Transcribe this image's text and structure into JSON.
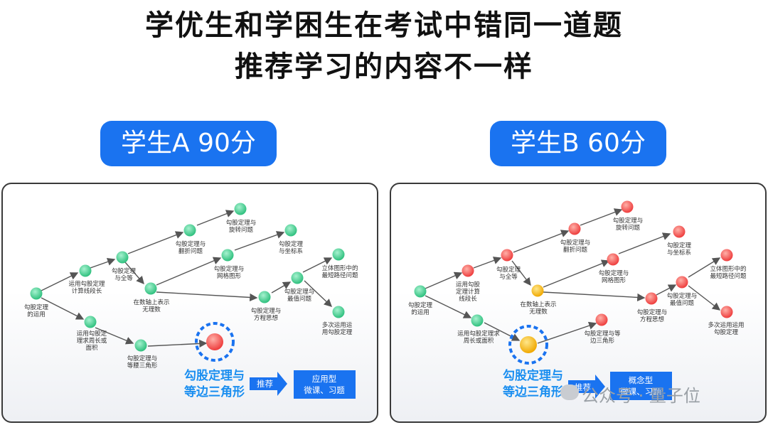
{
  "title": {
    "line1": "学优生和学困生在考试中错同一道题",
    "line2": "推荐学习的内容不一样"
  },
  "student_a": {
    "badge": "学生A 90分",
    "highlight_line1": "勾股定理与",
    "highlight_line2": "等边三角形",
    "arrow_label": "推荐",
    "box_line1": "应用型",
    "box_line2": "微课、习题",
    "nodes": {
      "n0": [
        "勾股定理",
        "的运用"
      ],
      "n1": [
        "运用勾股定理",
        "计算线段长"
      ],
      "n2": [
        "运用勾股定",
        "理求周长或",
        "面积"
      ],
      "n3": [
        "勾股定理",
        "与全等"
      ],
      "n4": [
        "勾股定理与",
        "等腰三角形"
      ],
      "n5": [
        "勾股定理与",
        "翻折问题"
      ],
      "n6": [
        "在数轴上表示",
        "无理数"
      ],
      "n7": [
        "勾股定理与",
        "旋转问题"
      ],
      "n8": [
        "勾股定理与",
        "网格图形"
      ],
      "n9": [
        "勾股定理",
        "与坐标系"
      ],
      "n10": [
        "勾股定理与",
        "方程思想"
      ],
      "n11": [
        "勾股定理与",
        "最值问题"
      ],
      "n12": [
        "立体图形中的",
        "最短路径问题"
      ],
      "n13": [
        "多次运用运",
        "用勾股定理"
      ]
    }
  },
  "student_b": {
    "badge": "学生B 60分",
    "highlight_line1": "勾股定理与",
    "highlight_line2": "等边三角形",
    "arrow_label": "推荐",
    "box_line1": "概念型",
    "box_line2": "微课、习题",
    "nodes": {
      "n0": [
        "勾股定理",
        "的运用"
      ],
      "n1": [
        "运用勾股",
        "定理计算",
        "线段长"
      ],
      "n2": [
        "运用勾股定理求",
        "周长或面积"
      ],
      "n3": [
        "勾股定理",
        "与全等"
      ],
      "n4": [
        "勾股定理与等",
        "边三角形"
      ],
      "n5": [
        "勾股定理与",
        "翻折问题"
      ],
      "n6": [
        "在数轴上表示",
        "无理数"
      ],
      "n7": [
        "勾股定理与",
        "旋转问题"
      ],
      "n8": [
        "勾股定理与",
        "网格图形"
      ],
      "n9": [
        "勾股定理",
        "与坐标系"
      ],
      "n10": [
        "勾股定理与",
        "方程思想"
      ],
      "n11": [
        "勾股定理与",
        "最值问题"
      ],
      "n12": [
        "立体图形中的",
        "最短路径问题"
      ],
      "n13": [
        "多次运用运用",
        "勾股定理"
      ]
    }
  },
  "watermark": "公众号 · 量子位",
  "colors": {
    "pill": "#1a73f0",
    "green_node": "#3ecf8e",
    "red_node": "#f05a5a",
    "yellow_node": "#f5b800",
    "highlight_text": "#1a8ef0",
    "box": "#1a73f0"
  }
}
